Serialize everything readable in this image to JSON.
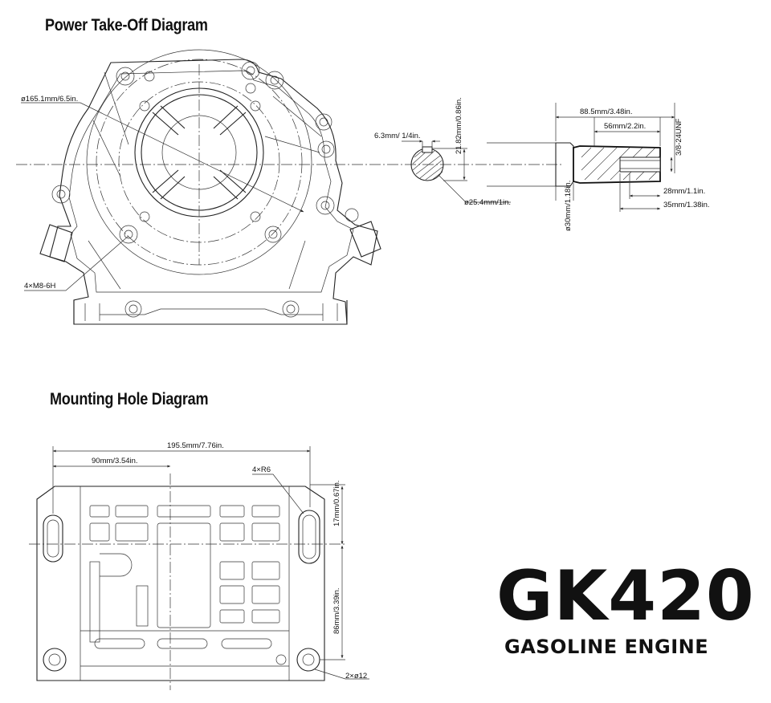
{
  "pto_diagram": {
    "title": "Power Take-Off Diagram",
    "labels": {
      "flange_diameter": "ø165.1mm/6.5in.",
      "bolts": "4×M8-6H",
      "key_width": "6.3mm/ 1/4in.",
      "key_height": "21.82mm/0.86in.",
      "shaft_diameter": "ø25.4mm/1in.",
      "shaft_length": "88.5mm/3.48in.",
      "shaft_segment": "56mm/2.2in.",
      "thread": "3/8-24UNF",
      "thread_depth": "28mm/1.1in.",
      "bore_depth": "35mm/1.38in.",
      "shoulder_diameter": "ø30mm/1.18in."
    }
  },
  "mounting_diagram": {
    "title": "Mounting Hole Diagram",
    "labels": {
      "total_width": "195.5mm/7.76in.",
      "half_width": "90mm/3.54in.",
      "slot_radius": "4×R6",
      "top_offset": "17mm/0.67in.",
      "hole_spacing": "86mm/3.39in.",
      "holes": "2×ø12"
    }
  },
  "product": {
    "model": "GK420",
    "type": "GASOLINE ENGINE"
  }
}
